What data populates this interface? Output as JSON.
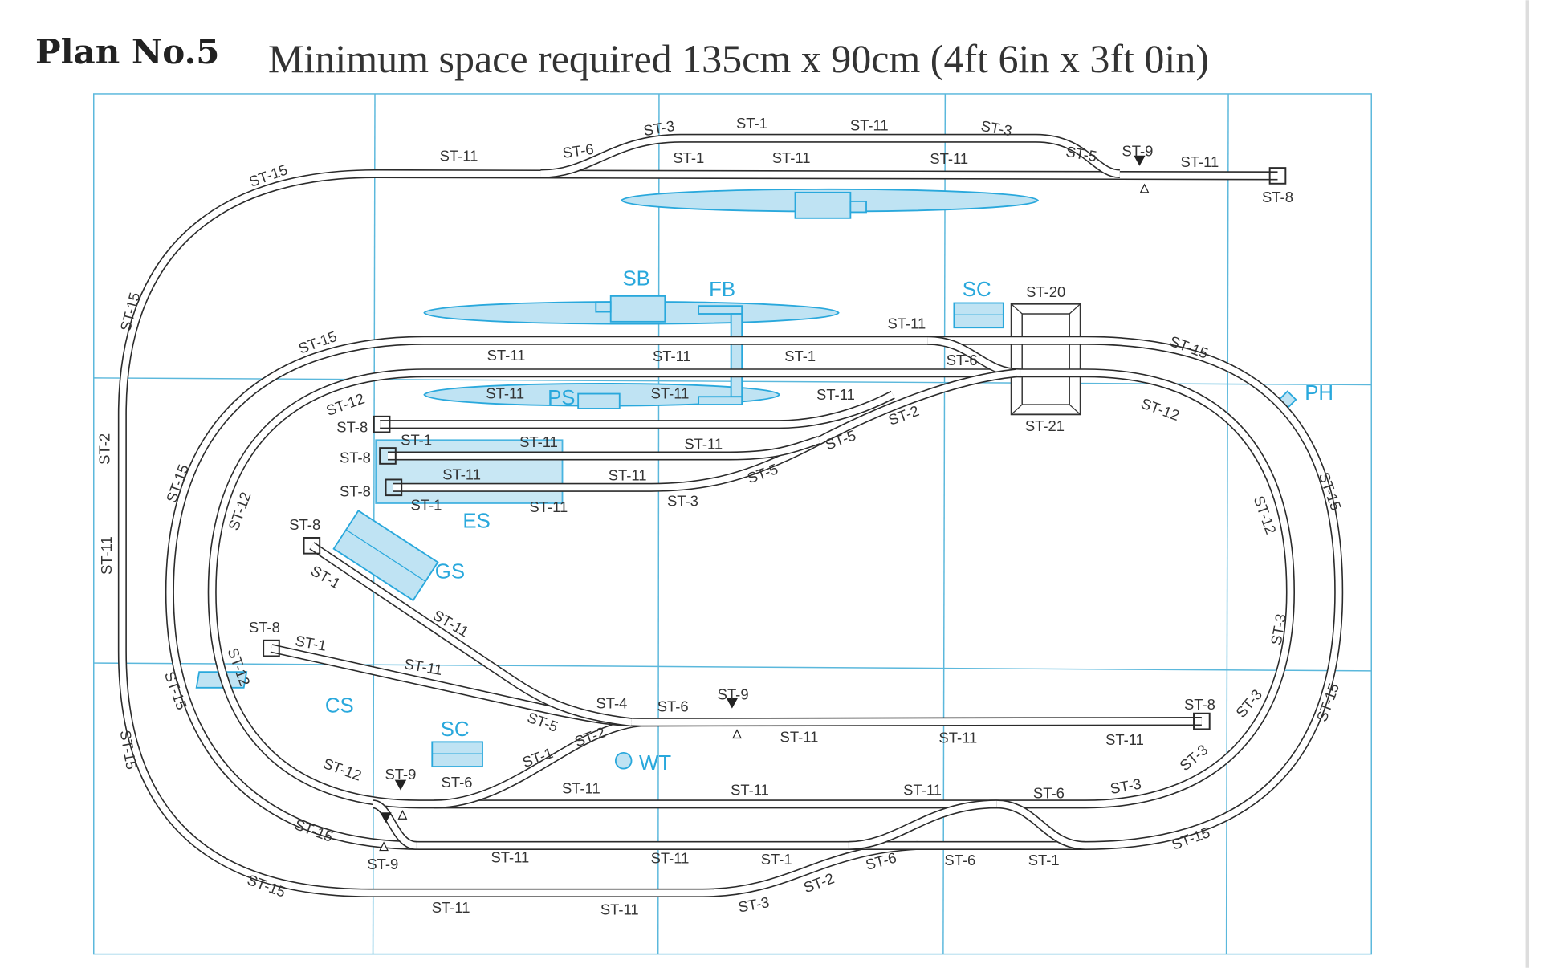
{
  "header": {
    "title": "Plan No.5",
    "subtitle": "Minimum space required 135cm x 90cm (4ft 6in x 3ft 0in)"
  },
  "colors": {
    "grid": "#5bb8dc",
    "structures": "#29a8dc",
    "structure_fill": "#bfe3f3",
    "track": "#2b2b2b"
  },
  "track_labels": [
    "ST-15",
    "ST-11",
    "ST-6",
    "ST-3",
    "ST-1",
    "ST-11",
    "ST-3",
    "ST-1",
    "ST-11",
    "ST-11",
    "ST-5",
    "ST-9",
    "ST-11",
    "ST-8",
    "ST-15",
    "ST-2",
    "ST-11",
    "ST-15",
    "ST-11",
    "ST-11",
    "ST-1",
    "ST-11",
    "ST-20",
    "ST-6",
    "ST-15",
    "ST-12",
    "ST-8",
    "ST-11",
    "ST-11",
    "ST-11",
    "ST-21",
    "ST-12",
    "ST-1",
    "ST-11",
    "ST-11",
    "ST-2",
    "ST-5",
    "ST-8",
    "ST-11",
    "ST-11",
    "ST-5",
    "ST-3",
    "ST-8",
    "ST-1",
    "ST-11",
    "ST-15",
    "ST-12",
    "ST-15",
    "ST-12",
    "ST-8",
    "ST-1",
    "ST-11",
    "ST-3",
    "ST-8",
    "ST-1",
    "ST-11",
    "ST-12",
    "ST-15",
    "ST-15",
    "ST-3",
    "ST-4",
    "ST-6",
    "ST-9",
    "ST-8",
    "ST-5",
    "ST-2",
    "ST-11",
    "ST-11",
    "ST-11",
    "ST-3",
    "ST-15",
    "ST-12",
    "ST-9",
    "ST-6",
    "ST-1",
    "ST-11",
    "ST-11",
    "ST-11",
    "ST-6",
    "ST-3",
    "ST-15",
    "ST-9",
    "ST-11",
    "ST-11",
    "ST-1",
    "ST-6",
    "ST-6",
    "ST-1",
    "ST-15",
    "ST-15",
    "ST-11",
    "ST-11",
    "ST-3",
    "ST-2"
  ],
  "structure_labels": [
    "SB",
    "FB",
    "SC",
    "PS",
    "PH",
    "ES",
    "GS",
    "CS",
    "SC",
    "WT"
  ]
}
